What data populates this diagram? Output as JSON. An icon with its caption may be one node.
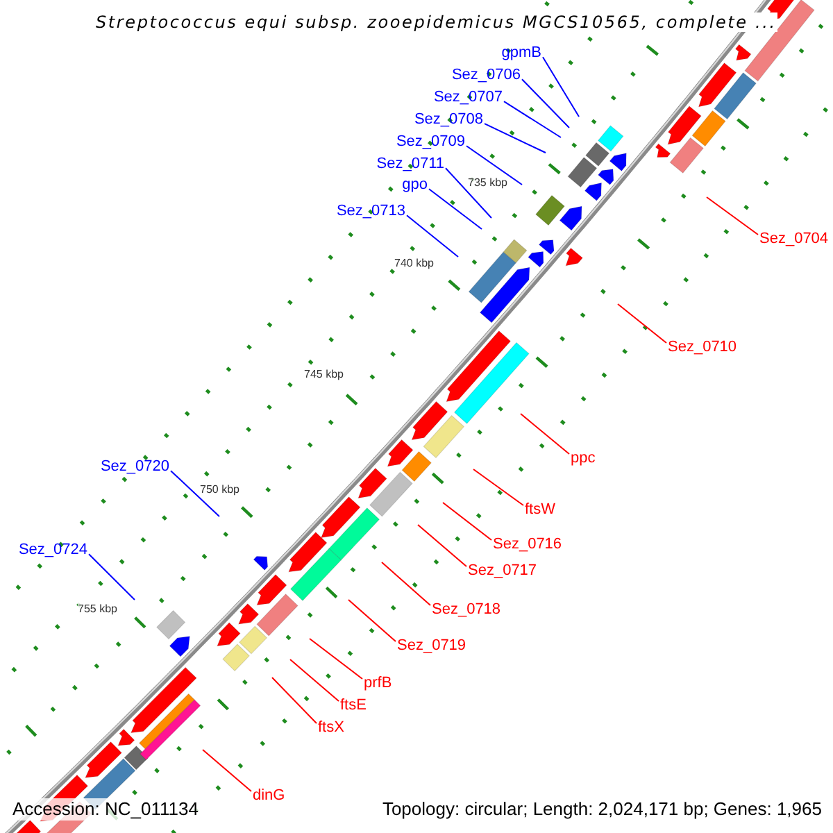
{
  "diagram": {
    "title": "Streptococcus equi subsp. zooepidemicus MGCS10565, complete ...",
    "nodes": [
      {
        "text": [
          "gpmB"
        ]
      },
      {
        "text": [
          "Sez_0706"
        ]
      },
      {
        "text": [
          "Sez_0707"
        ]
      },
      {
        "text": [
          "Sez_0708"
        ]
      },
      {
        "text": [
          "Sez_0709"
        ]
      },
      {
        "text": [
          "Sez_0711"
        ]
      },
      {
        "text": [
          "gpo"
        ]
      },
      {
        "text": [
          "Sez_0713"
        ]
      },
      {
        "text": [
          "Sez_0704"
        ]
      },
      {
        "text": [
          "Sez_0710"
        ]
      },
      {
        "text": [
          "ppc"
        ]
      },
      {
        "text": [
          "Sez_0720"
        ]
      },
      {
        "text": [
          "ftsW"
        ]
      },
      {
        "text": [
          "Sez_0716"
        ]
      },
      {
        "text": [
          "Sez_0724"
        ]
      },
      {
        "text": [
          "Sez_0717"
        ]
      },
      {
        "text": [
          "Sez_0718"
        ]
      },
      {
        "text": [
          "Sez_0719"
        ]
      },
      {
        "text": [
          "prfB"
        ]
      },
      {
        "text": [
          "ftsE"
        ]
      },
      {
        "text": [
          "ftsX"
        ]
      },
      {
        "text": [
          "dinG"
        ]
      }
    ],
    "edges": [
      {
        "from": 0,
        "to": null,
        "arrow": "none",
        "color": "#0000ff"
      },
      {
        "from": 1,
        "to": null,
        "arrow": "none",
        "color": "#0000ff"
      },
      {
        "from": 2,
        "to": null,
        "arrow": "none",
        "color": "#0000ff"
      },
      {
        "from": 3,
        "to": null,
        "arrow": "none",
        "color": "#0000ff"
      },
      {
        "from": 4,
        "to": null,
        "arrow": "none",
        "color": "#0000ff"
      },
      {
        "from": 5,
        "to": null,
        "arrow": "none",
        "color": "#0000ff"
      },
      {
        "from": 6,
        "to": null,
        "arrow": "none",
        "color": "#0000ff"
      },
      {
        "from": 7,
        "to": null,
        "arrow": "none",
        "color": "#0000ff"
      },
      {
        "from": 8,
        "to": null,
        "arrow": "none"
      },
      {
        "from": 9,
        "to": null,
        "arrow": "none"
      },
      {
        "from": 10,
        "to": null,
        "arrow": "none"
      },
      {
        "from": 11,
        "to": null,
        "arrow": "none",
        "color": "#0000ff"
      },
      {
        "from": 12,
        "to": null,
        "arrow": "none"
      },
      {
        "from": 13,
        "to": null,
        "arrow": "none"
      },
      {
        "from": 14,
        "to": null,
        "arrow": "none",
        "color": "#0000ff"
      },
      {
        "from": 15,
        "to": null,
        "arrow": "none"
      },
      {
        "from": 16,
        "to": null,
        "arrow": "none"
      },
      {
        "from": 17,
        "to": null,
        "arrow": "none"
      },
      {
        "from": 18,
        "to": null,
        "arrow": "none"
      },
      {
        "from": 19,
        "to": null,
        "arrow": "none"
      },
      {
        "from": 20,
        "to": null,
        "arrow": "none"
      },
      {
        "from": 21,
        "to": null,
        "arrow": "none"
      }
    ],
    "labels": [
      "735 kbp",
      "740 kbp",
      "745 kbp",
      "750 kbp",
      "755 kbp",
      "Accession: NC_011134",
      "Topology: circular; Length: 2,024,171 bp; Genes: 1,965"
    ]
  }
}
